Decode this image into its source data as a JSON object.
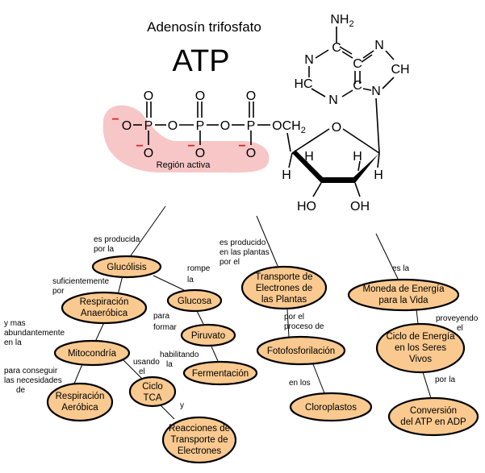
{
  "header": {
    "title": "Adenosín trifosfato",
    "abbrev": "ATP"
  },
  "molecule": {
    "phosphorus": "P",
    "oxygen": "O",
    "minus": "−",
    "och2": "OCH",
    "sub2": "2",
    "nh2": "NH",
    "hc": "HC",
    "ch": "CH",
    "carbon": "C",
    "nitrogen": "N",
    "hydrogen": "H",
    "ho": "HO",
    "oh": "OH",
    "region_label": "Región activa",
    "region_color": "#f7c6c6",
    "minus_color": "#d12828"
  },
  "concept_map": {
    "node_color": "#f9c98f",
    "nodes": {
      "glucolisis": [
        "Glucólisis"
      ],
      "respiracion_anaerobica": [
        "Respiración",
        "Anaeróbica"
      ],
      "mitocondria": [
        "Mitocondría"
      ],
      "respiracion_aerobica": [
        "Respiración",
        "Aeróbica"
      ],
      "ciclo_tca": [
        "Ciclo",
        "TCA"
      ],
      "reacciones": [
        "Reacciones de",
        "Transporte de",
        "Electrones"
      ],
      "glucosa": [
        "Glucosa"
      ],
      "piruvato": [
        "Piruvato"
      ],
      "fermentacion": [
        "Fermentación"
      ],
      "transporte_plantas": [
        "Transporte de",
        "Electrones de",
        "las Plantas"
      ],
      "fotofosforilacion": [
        "Fotofosforilación"
      ],
      "cloroplastos": [
        "Cloroplastos"
      ],
      "moneda": [
        "Moneda de Energía",
        "para la Vida"
      ],
      "ciclo_energia": [
        "Ciclo de Energía",
        "en los Seres",
        "Vivos"
      ],
      "conversion": [
        "Conversión",
        "del ATP en ADP"
      ]
    },
    "links": {
      "es_producida_por_la": [
        "es producida",
        "por la"
      ],
      "suficientemente_por": [
        "suficientemente",
        "por"
      ],
      "y_mas": [
        "y mas",
        "abundantemente",
        "en la"
      ],
      "para_conseguir": [
        "para conseguir",
        "las necesidades",
        "de"
      ],
      "usando_el": [
        "usando",
        "el"
      ],
      "y": [
        "y"
      ],
      "rompe_la": [
        "rompe",
        "la"
      ],
      "para_formar": [
        "para",
        "formar"
      ],
      "habilitando_la": [
        "habilitando",
        "la"
      ],
      "es_producido_plantas": [
        "es producido",
        "en las plantas",
        "por el"
      ],
      "por_el_proceso": [
        "por el",
        "proceso de"
      ],
      "en_los": [
        "en los"
      ],
      "es_la": [
        "es la"
      ],
      "proveyendo_el": [
        "proveyendo",
        "el"
      ],
      "por_la": [
        "por la"
      ]
    }
  }
}
